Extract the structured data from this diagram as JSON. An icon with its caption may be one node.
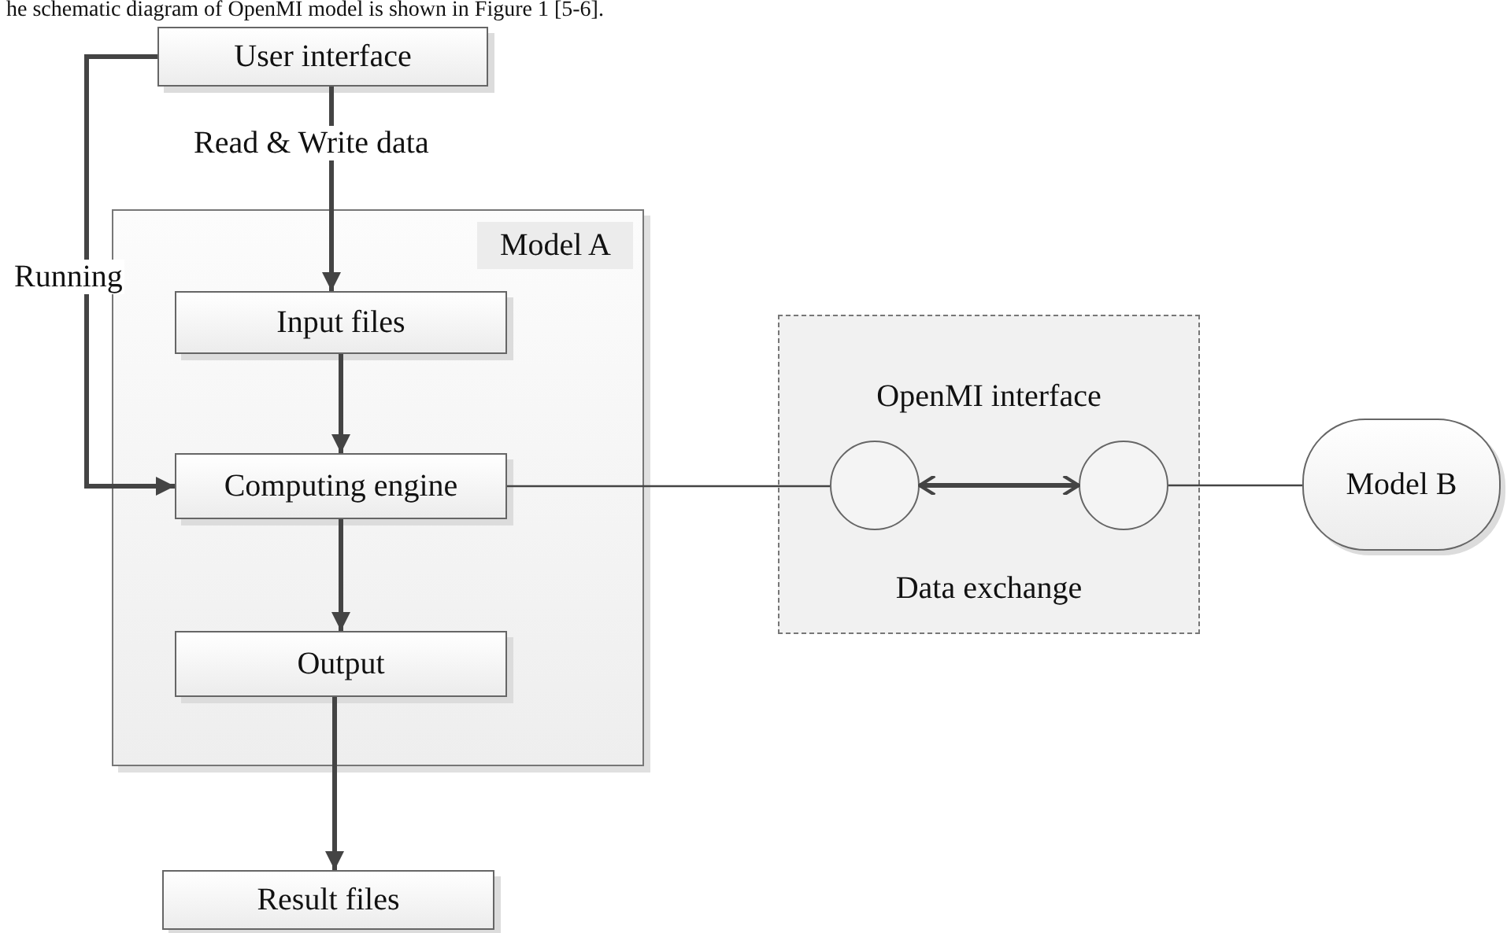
{
  "diagram": {
    "nodes": [
      {
        "text": [
          "User interface"
        ]
      },
      {
        "text": [
          "Model A"
        ]
      },
      {
        "text": [
          "Input files"
        ],
        "in": 1
      },
      {
        "text": [
          "Computing engine"
        ],
        "in": 1
      },
      {
        "text": [
          "Output"
        ],
        "in": 1
      },
      {
        "text": [
          "Result files"
        ]
      },
      {
        "text": [
          "OpenMI interface",
          "Data exchange"
        ]
      },
      {
        "text": [],
        "shape": "circle",
        "in": 6
      },
      {
        "text": [],
        "shape": "circle",
        "in": 6
      },
      {
        "text": [
          "Model B"
        ]
      }
    ],
    "edges": [
      {
        "from": 0,
        "to": 2,
        "arrow": "to",
        "label": "Read & Write data"
      },
      {
        "from": 0,
        "to": 3,
        "arrow": "to",
        "label": "Running"
      },
      {
        "from": 2,
        "to": 3,
        "arrow": "to"
      },
      {
        "from": 3,
        "to": 4,
        "arrow": "to"
      },
      {
        "from": 4,
        "to": 5,
        "arrow": "to"
      },
      {
        "from": 3,
        "to": 7,
        "arrow": "none"
      },
      {
        "from": 7,
        "to": 8,
        "arrow": "both"
      },
      {
        "from": 8,
        "to": 9,
        "arrow": "none"
      }
    ],
    "labels": [
      "he schematic diagram of OpenMI model is shown in Figure 1 [5-6]."
    ]
  }
}
